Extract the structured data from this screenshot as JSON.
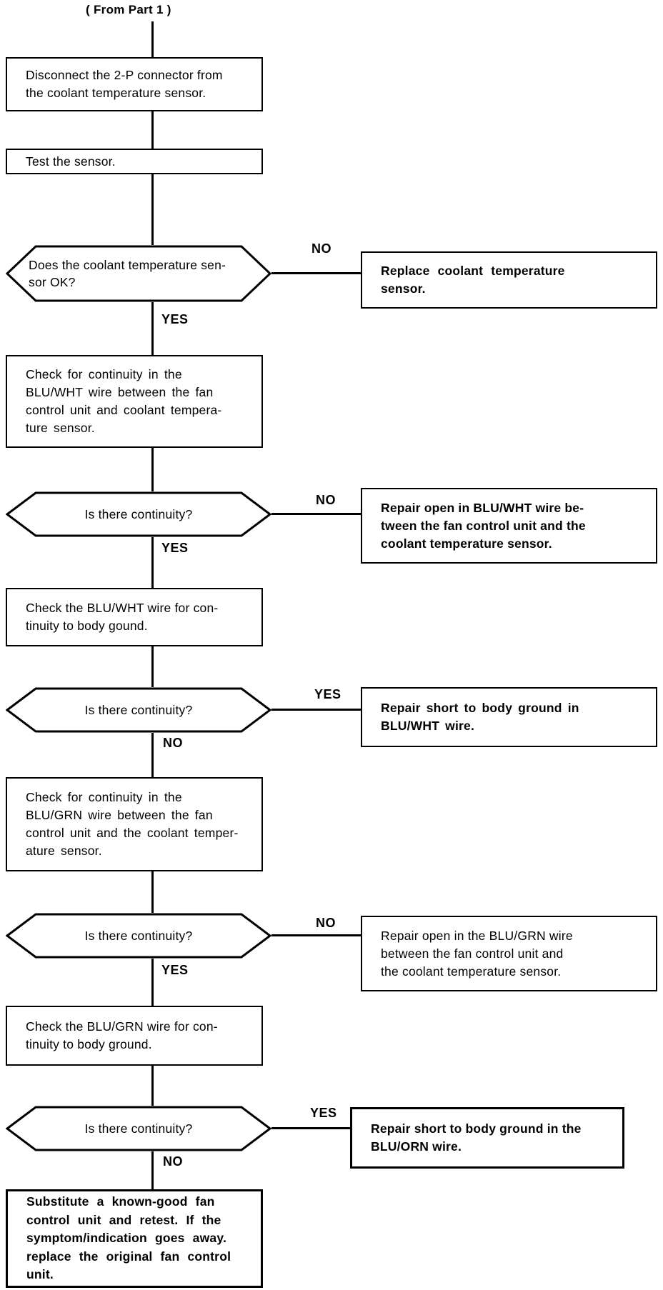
{
  "meta": {
    "kind": "troubleshooting-flowchart",
    "ink_color": "#000000",
    "background_color": "#ffffff"
  },
  "header": {
    "from_label": "( From Part 1 )"
  },
  "labels": {
    "yes": "YES",
    "no": "NO"
  },
  "flow": {
    "nodes": {
      "disconnect": [
        "Disconnect the 2-P connector from",
        "the coolant temperature sensor."
      ],
      "test_sensor": [
        "Test the sensor."
      ],
      "sensor_ok": [
        "Does the coolant temperature sen-",
        "sor OK?"
      ],
      "replace_sensor": [
        "Replace coolant temperature",
        "sensor."
      ],
      "check_blu_wht": [
        "Check for continuity in the",
        "BLU/WHT wire between the fan",
        "control unit and coolant tempera-",
        "ture sensor."
      ],
      "continuity_1": [
        "Is there continuity?"
      ],
      "repair_open_blu_wht": [
        "Repair open in BLU/WHT wire be-",
        "tween the fan control unit and the",
        "coolant temperature sensor."
      ],
      "check_blu_wht_ground": [
        "Check the BLU/WHT wire for con-",
        "tinuity to body gound."
      ],
      "continuity_2": [
        "Is there continuity?"
      ],
      "repair_short_blu_wht": [
        "Repair short to body ground in",
        "BLU/WHT wire."
      ],
      "check_blu_grn": [
        "Check for continuity in the",
        "BLU/GRN wire between the fan",
        "control unit and the coolant temper-",
        "ature sensor."
      ],
      "continuity_3": [
        "Is there continuity?"
      ],
      "repair_open_blu_grn": [
        "Repair open in the BLU/GRN wire",
        "between the fan control unit and",
        "the coolant temperature sensor."
      ],
      "check_blu_grn_ground": [
        "Check the BLU/GRN wire for con-",
        "tinuity to body ground."
      ],
      "continuity_4": [
        "Is there continuity?"
      ],
      "repair_short_blu_orn": [
        "Repair short to body ground in the",
        "BLU/ORN wire."
      ],
      "substitute_unit": [
        "Substitute a known-good fan",
        "control unit and retest. If the",
        "symptom/indication goes away.",
        "replace the original fan control",
        "unit."
      ]
    }
  }
}
